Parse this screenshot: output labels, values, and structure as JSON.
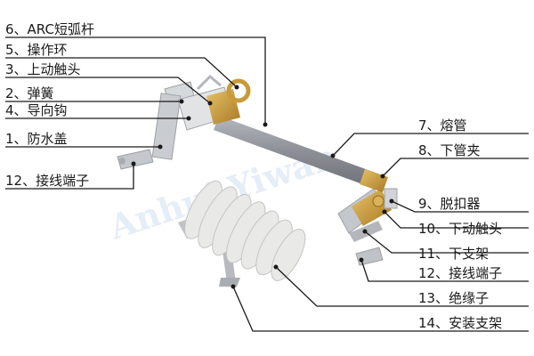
{
  "diagram": {
    "colors": {
      "insulator": "#e7e7e5",
      "insulator_shade": "#c9c9c7",
      "tube": "#8b8e94",
      "brass": "#c79a3a",
      "steel": "#c4c7cb",
      "watermark": "#dfe9f6",
      "text": "#1a1a1a"
    },
    "watermark": "Anhui Yiwan",
    "labels_left": [
      {
        "id": "arc_rod",
        "text": "6、ARC短弧杆"
      },
      {
        "id": "operating_ring",
        "text": "5、操作环"
      },
      {
        "id": "upper_contact",
        "text": "3、上动触头"
      },
      {
        "id": "spring",
        "text": "2、弹簧"
      },
      {
        "id": "guide_hook",
        "text": "4、导向钩"
      },
      {
        "id": "waterproof_cover",
        "text": "1、防水盖"
      },
      {
        "id": "terminal_upper",
        "text": "12、接线端子"
      }
    ],
    "labels_right": [
      {
        "id": "fuse_tube",
        "text": "7、熔管"
      },
      {
        "id": "lower_tube_clamp",
        "text": "8、下管夹"
      },
      {
        "id": "release",
        "text": "9、脱扣器"
      },
      {
        "id": "lower_contact",
        "text": "10、下动触头"
      },
      {
        "id": "lower_bracket",
        "text": "11、下支架"
      },
      {
        "id": "terminal_lower",
        "text": "12、接线端子"
      },
      {
        "id": "insulator",
        "text": "13、绝缘子"
      },
      {
        "id": "mounting_bracket",
        "text": "14、安装支架"
      }
    ]
  }
}
